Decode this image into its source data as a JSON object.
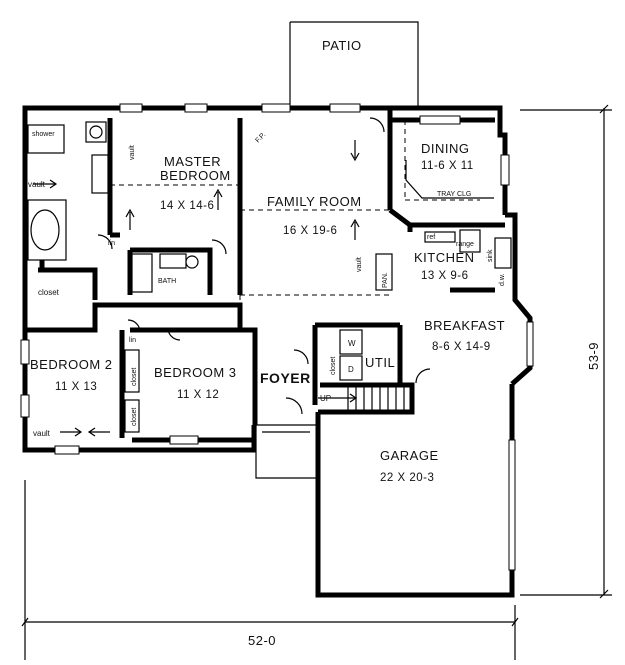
{
  "rooms": {
    "patio": "PATIO",
    "dining": {
      "name": "DINING",
      "size": "11-6 X 11",
      "note": "TRAY CLG"
    },
    "master": {
      "name1": "MASTER",
      "name2": "BEDROOM",
      "size": "14 X 14-6"
    },
    "family": {
      "name": "FAMILY ROOM",
      "size": "16 X 19-6"
    },
    "kitchen": {
      "name": "KITCHEN",
      "size": "13 X 9-6"
    },
    "breakfast": {
      "name": "BREAKFAST",
      "size": "8-6 X 14-9"
    },
    "bedroom2": {
      "name": "BEDROOM 2",
      "size": "11 X 13"
    },
    "bedroom3": {
      "name": "BEDROOM 3",
      "size": "11 X 12"
    },
    "foyer": "FOYER",
    "util": "UTIL",
    "garage": {
      "name": "GARAGE",
      "size": "22 X 20-3"
    },
    "bath": "BATH",
    "closet": "closet",
    "shower": "shower"
  },
  "labels": {
    "vault": "vault",
    "fp": "F.P.",
    "lin": "lin",
    "pan": "PAN.",
    "ref": "ref",
    "range": "range",
    "sink": "sink",
    "dw": "d.w.",
    "w": "W",
    "d": "D",
    "up": "UP"
  },
  "dimensions": {
    "width": "52-0",
    "depth": "53-9"
  }
}
